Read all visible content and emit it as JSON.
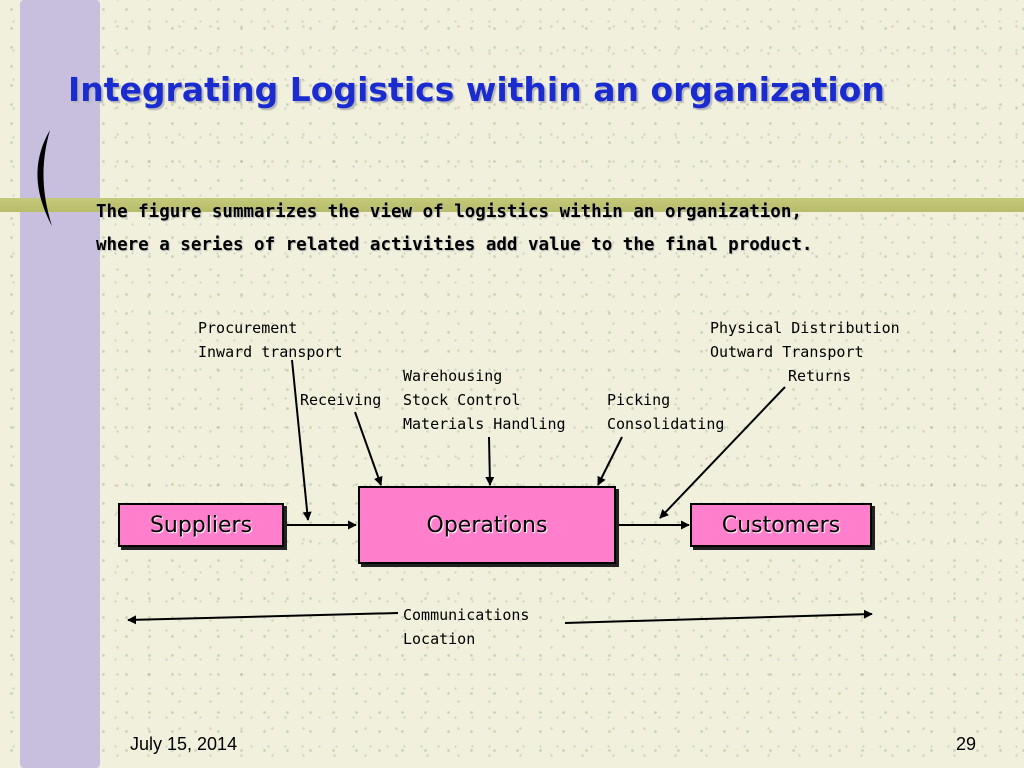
{
  "slide": {
    "title": "Integrating Logistics within an organization",
    "description_line1": "The figure summarizes the view of logistics within an organization,",
    "description_line2": "where a series of related activities add value to the final product."
  },
  "diagram": {
    "boxes": {
      "suppliers": "Suppliers",
      "operations": "Operations",
      "customers": "Customers"
    },
    "labels": {
      "procurement": "Procurement",
      "inward_transport": "Inward transport",
      "receiving": "Receiving",
      "warehousing": "Warehousing",
      "stock_control": "Stock Control",
      "materials_handling": "Materials Handling",
      "picking": "Picking",
      "consolidating": "Consolidating",
      "physical_distribution": "Physical Distribution",
      "outward_transport": "Outward Transport",
      "returns": "Returns",
      "communications": "Communications",
      "location": "Location"
    }
  },
  "footer": {
    "date": "July 15, 2014",
    "page_number": "29"
  },
  "colors": {
    "title": "#1a2bd0",
    "box_fill": "#ff7fcc",
    "side_bar": "#c7bfdd",
    "accent_line": "#c4c97a"
  }
}
